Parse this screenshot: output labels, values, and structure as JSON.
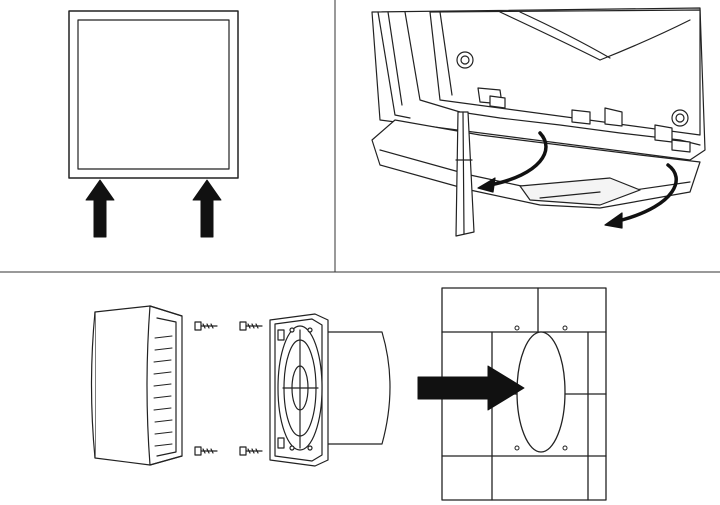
{
  "document": {
    "type": "installation-instructions",
    "panels": [
      {
        "id": "panel-1",
        "content": "front-cover-with-upward-arrows",
        "arrow_count": 2
      },
      {
        "id": "panel-2",
        "content": "screwdriver-prying-cover-latches",
        "arrow_count": 2
      },
      {
        "id": "panel-3",
        "content": "exploded-fan-assembly-with-screws",
        "screw_count": 4
      },
      {
        "id": "panel-4",
        "content": "wall-opening-insertion-arrow",
        "arrow_count": 1
      }
    ],
    "colors": {
      "line": "#222222",
      "fill": "#ffffff",
      "arrow": "#111111",
      "shade": "#e6e6e6"
    }
  }
}
